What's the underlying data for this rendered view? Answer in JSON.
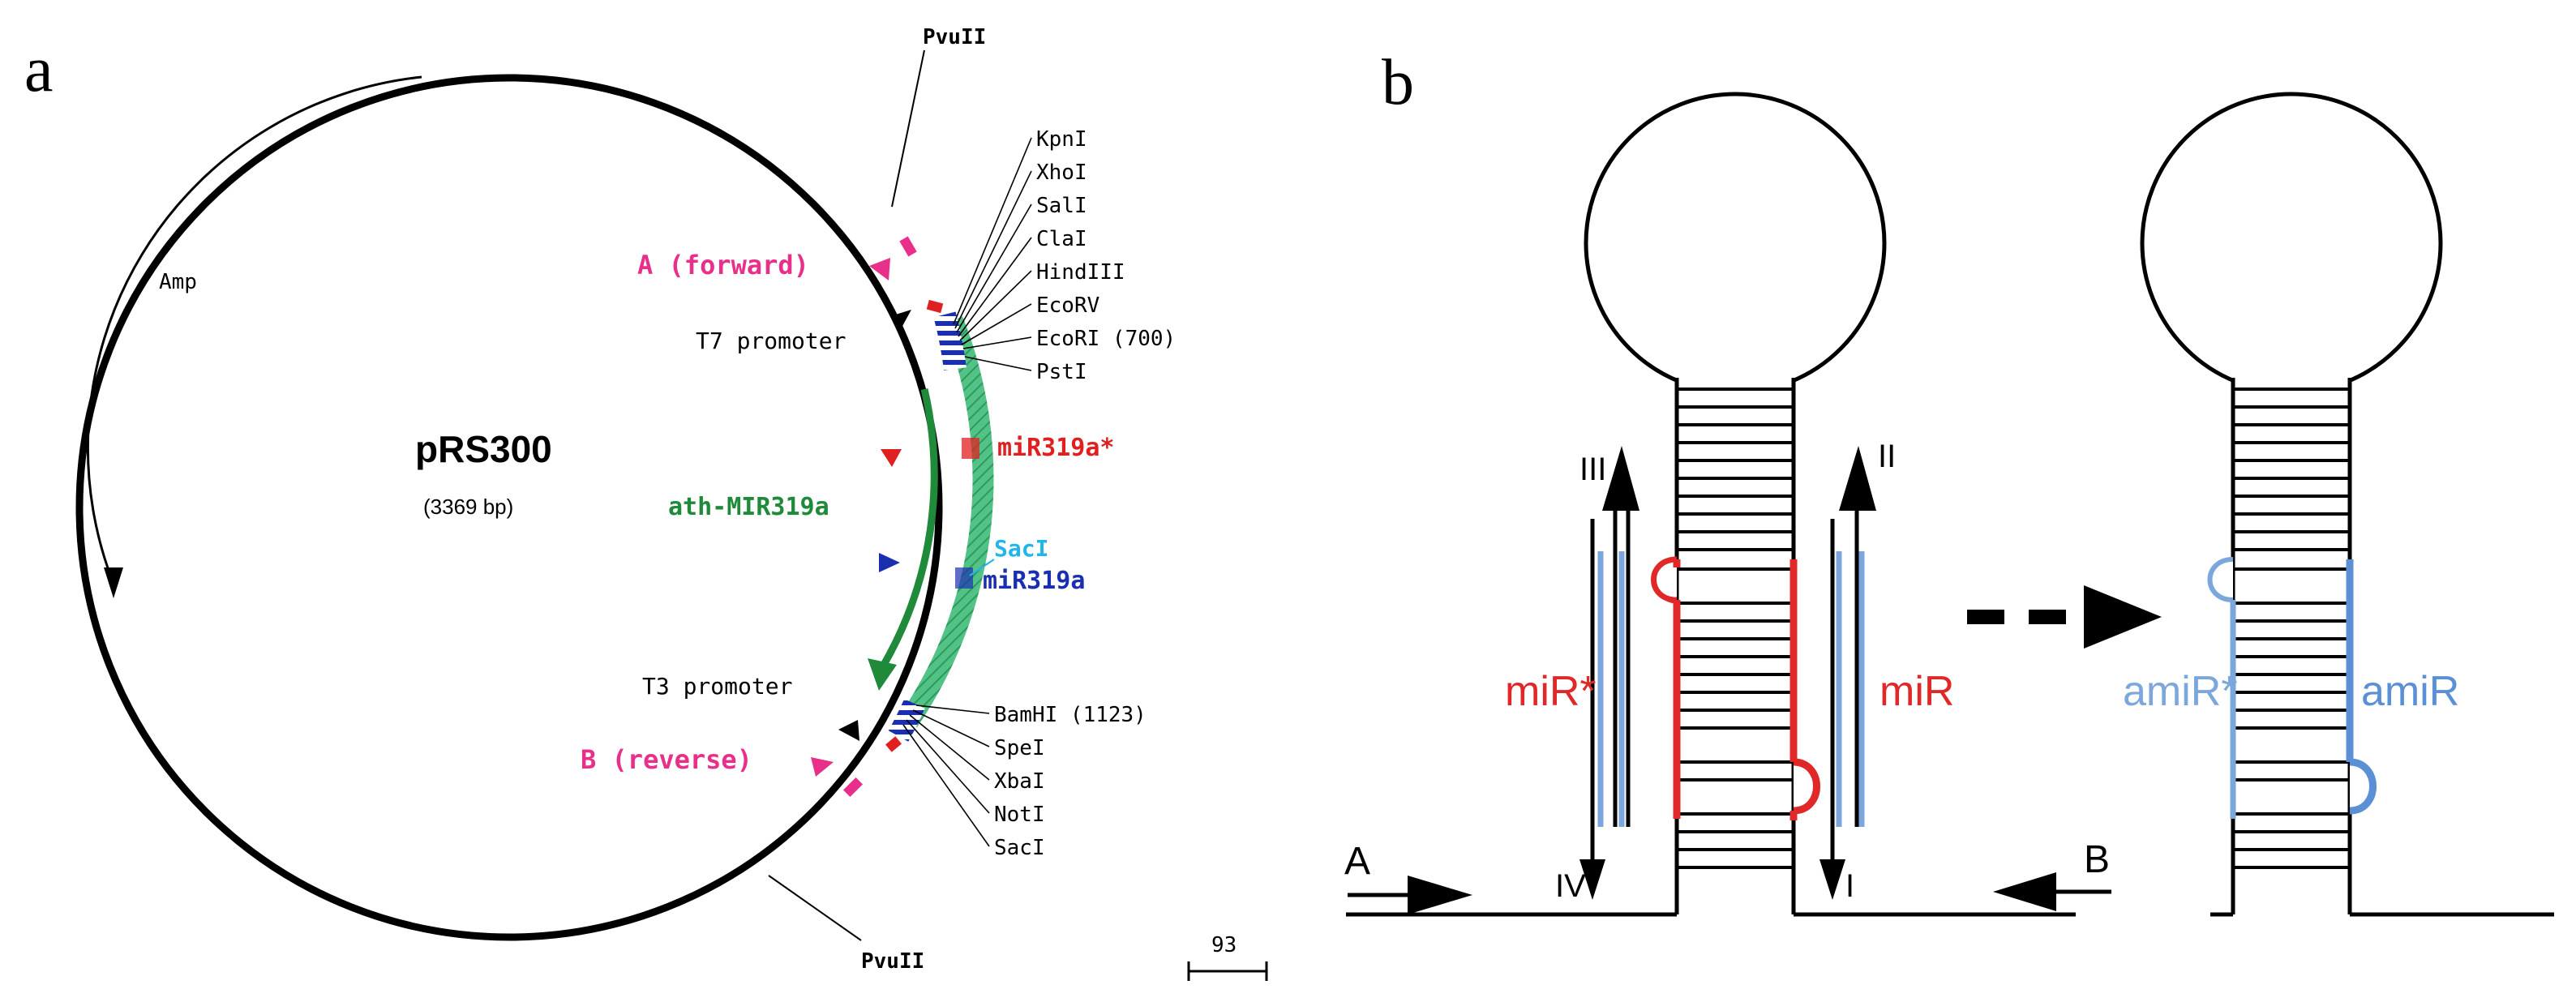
{
  "panel_a": {
    "label": "a",
    "plasmid_name": "pRS300",
    "plasmid_size": "(3369 bp)",
    "amp_label": "Amp",
    "pvull_top": "PvuII",
    "pvull_bottom": "PvuII",
    "primer_forward": "A (forward)",
    "primer_reverse": "B (reverse)",
    "t7_promoter": "T7 promoter",
    "t3_promoter": "T3 promoter",
    "precursor_label": "ath-MIR319a",
    "mir_star_label": "miR319a*",
    "mir_label": "miR319a",
    "sacI_inner": "SacI",
    "sites_top": [
      "KpnI",
      "XhoI",
      "SalI",
      "ClaI",
      "HindIII",
      "EcoRV",
      "EcoRI (700)",
      "PstI"
    ],
    "sites_bottom": [
      "BamHI (1123)",
      "SpeI",
      "XbaI",
      "NotI",
      "SacI"
    ],
    "scale_value": "93",
    "colors": {
      "pink": "#e8308a",
      "green": "#1f8a3a",
      "red": "#e02020",
      "blue": "#1a2fb0",
      "cyan": "#22b6e8",
      "hatch_green": "#52c286"
    }
  },
  "panel_b": {
    "label": "b",
    "roman": [
      "III",
      "II",
      "IV",
      "I"
    ],
    "primer_a": "A",
    "primer_b": "B",
    "mir_star": "miR*",
    "mir": "miR",
    "amir_star": "amiR*",
    "amir": "amiR",
    "colors": {
      "red": "#e02828",
      "lightblue": "#7ba7dd",
      "stem_blue": "#5b8fd6"
    }
  }
}
